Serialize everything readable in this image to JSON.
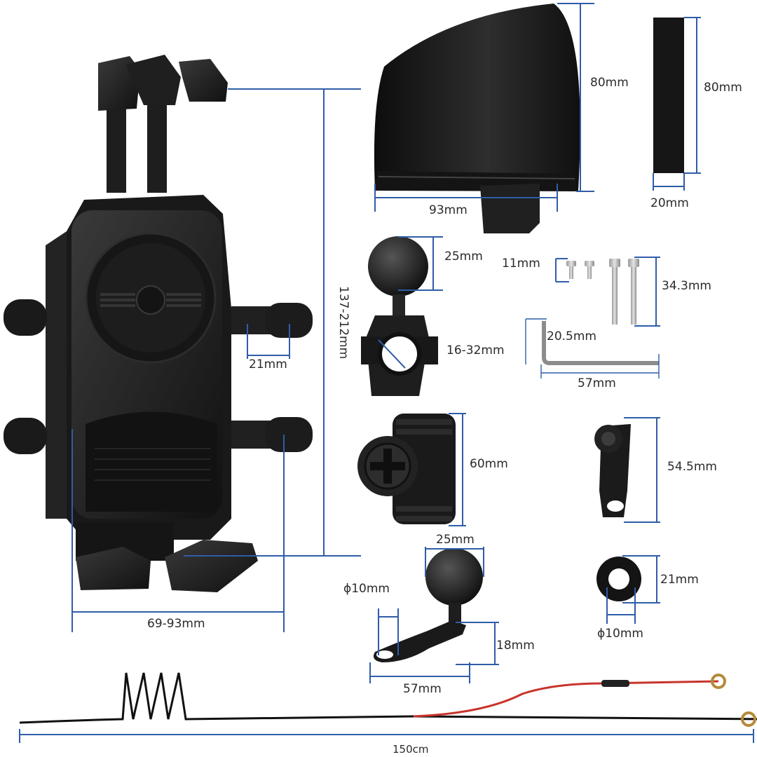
{
  "accent_color": "#2f5da8",
  "part_color": "#1c1c1c",
  "labels": {
    "holder_height": "137-212mm",
    "holder_width": "69-93mm",
    "holder_arm": "21mm",
    "visor_height": "80mm",
    "visor_width": "93mm",
    "strap_height": "80mm",
    "strap_width": "20mm",
    "ball_diameter": "25mm",
    "clamp_range": "16-32mm",
    "screw_short": "11mm",
    "screw_long": "34.3mm",
    "allen_short": "20.5mm",
    "allen_long": "57mm",
    "adapter_height": "60mm",
    "bracket_height": "54.5mm",
    "mirror_ball": "25mm",
    "mirror_hole": "ϕ10mm",
    "mirror_height": "18mm",
    "mirror_length": "57mm",
    "washer_outer": "21mm",
    "washer_inner": "ϕ10mm",
    "cable_length": "150cm"
  }
}
